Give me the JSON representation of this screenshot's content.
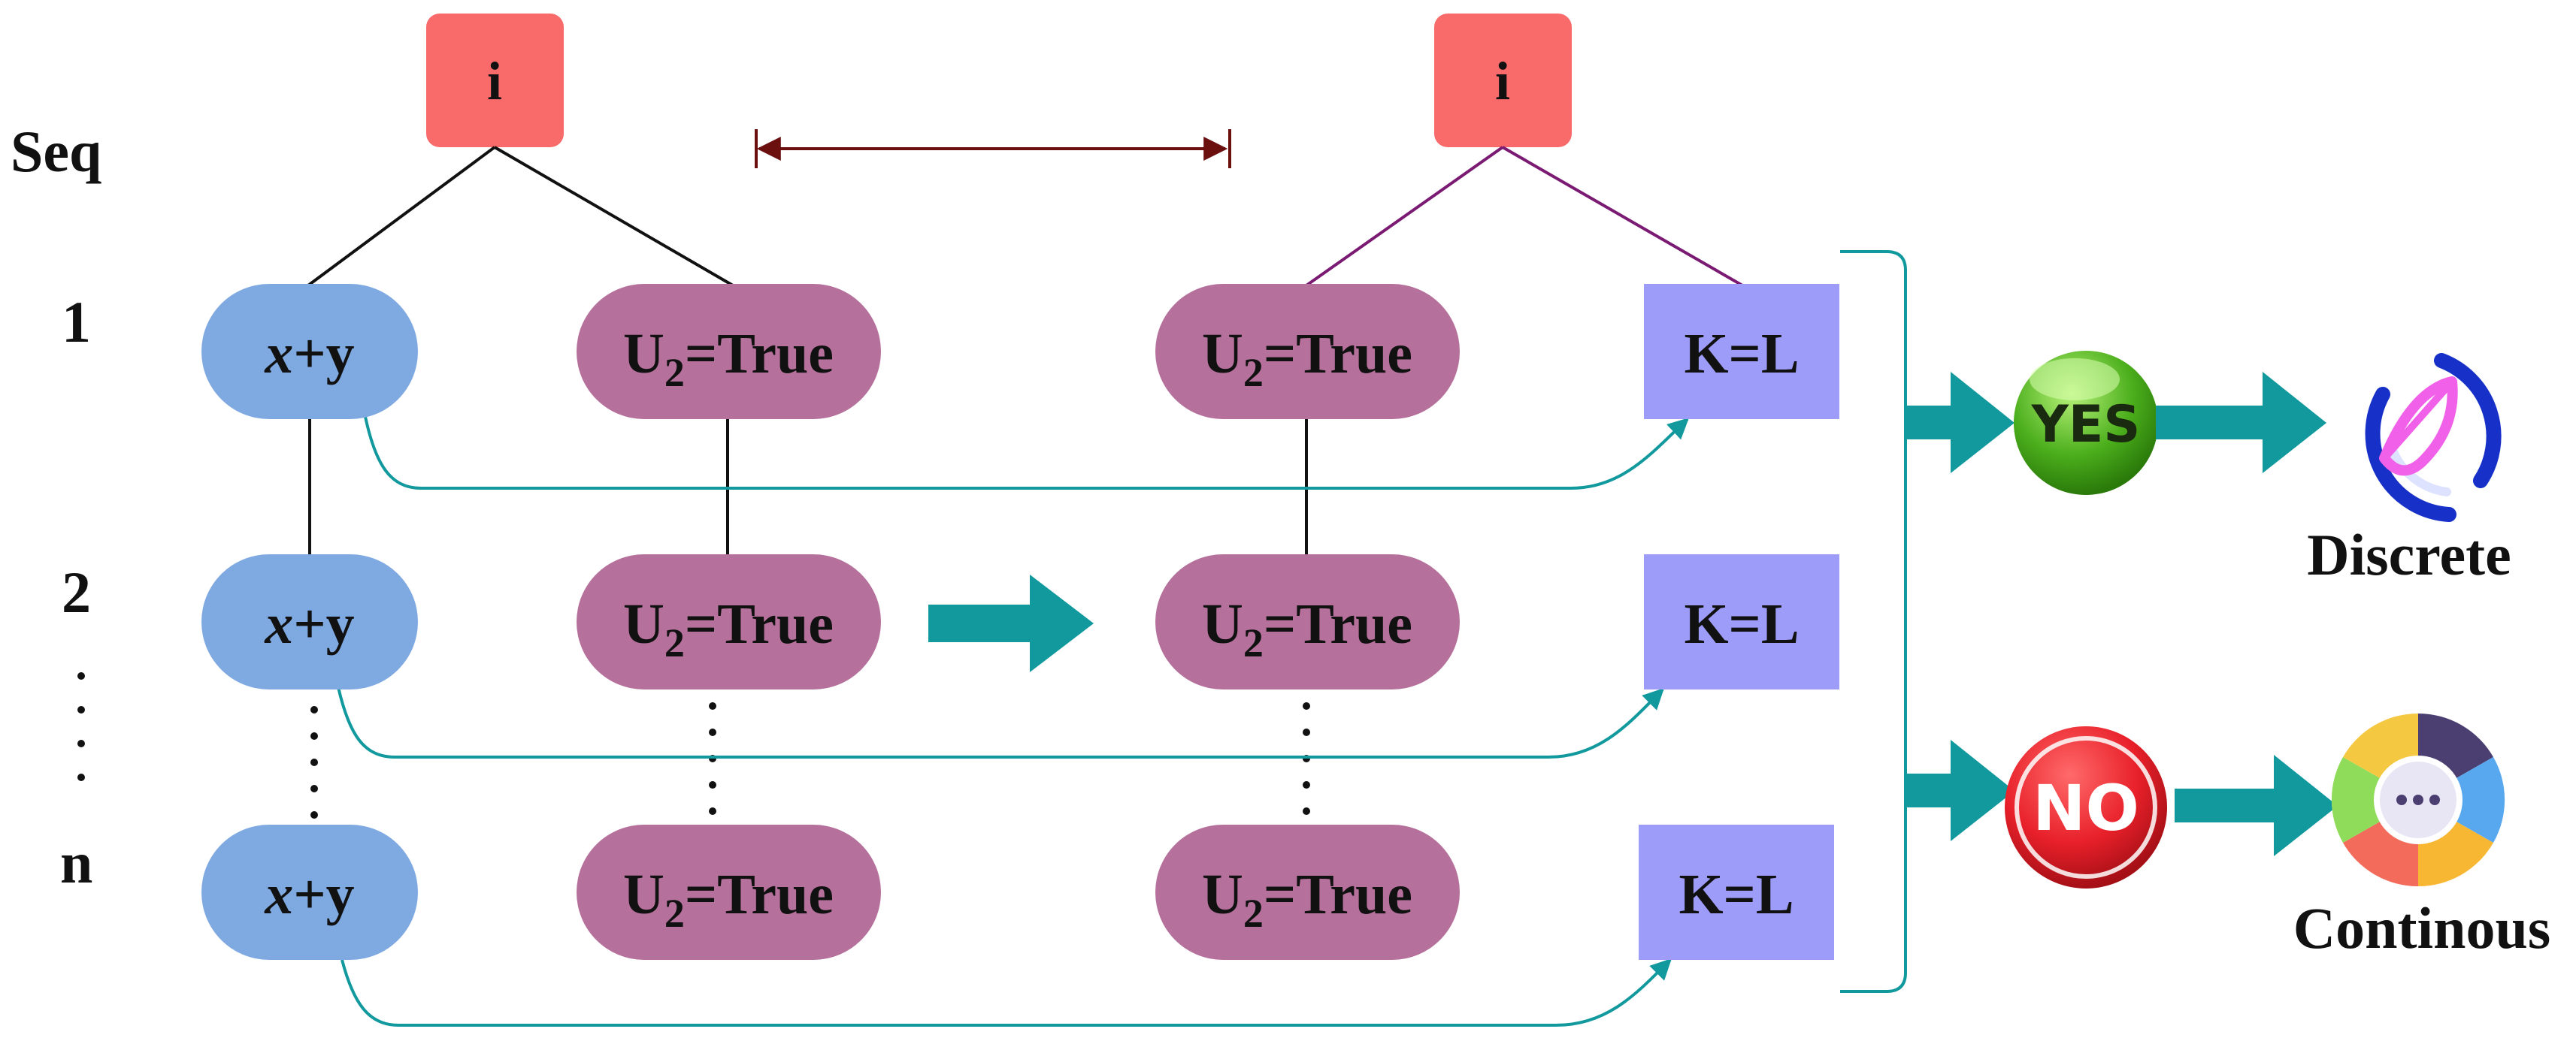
{
  "seq_header": "Seq",
  "row_labels": [
    "1",
    "2",
    "n"
  ],
  "index_labels": [
    "i",
    "i"
  ],
  "node_texts": {
    "sum_italic": "x",
    "sum_rest": "+y",
    "u_main": "U",
    "u_sub": "2",
    "u_rest": "=True",
    "k": "K=L"
  },
  "decision": {
    "yes": "YES",
    "no": "NO"
  },
  "outcomes": {
    "discrete": "Discrete",
    "continuous": "Continous"
  },
  "colors": {
    "index_box": "#f96a6a",
    "sum_node": "#7faae1",
    "u_node": "#b5719b",
    "k_box": "#9e9cf9",
    "teal": "#11999e",
    "dark_red": "#6b0f0f",
    "purple": "#7a1a73",
    "yes_green": "#4caf1c",
    "no_red": "#e8202a"
  }
}
